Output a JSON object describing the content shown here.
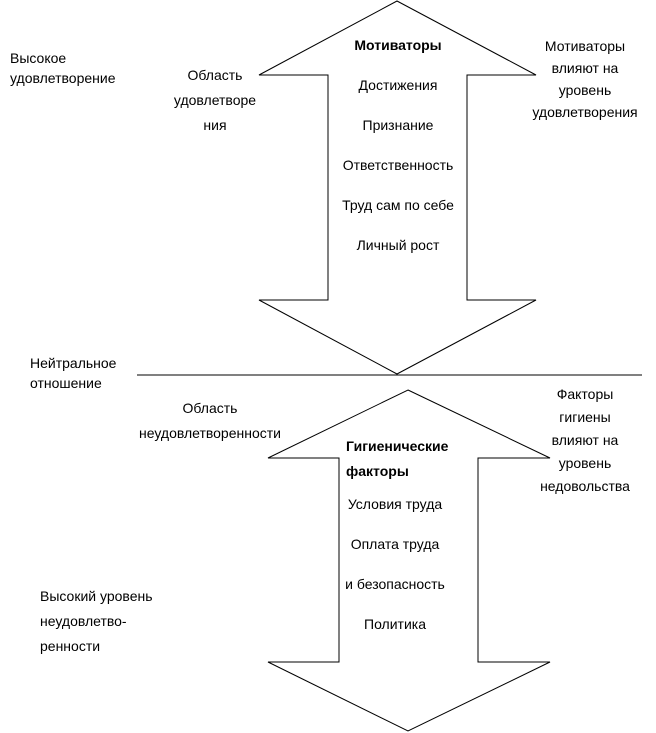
{
  "left_labels": {
    "high_satisfaction": [
      "Высокое",
      "удовлетворение"
    ],
    "neutral": [
      "Нейтральное",
      "отношение"
    ],
    "high_dissatisfaction": [
      "Высокий уровень",
      "неудовлетво-",
      "ренности"
    ]
  },
  "zones": {
    "satisfaction": [
      "Область",
      "удовлетворе",
      "ния"
    ],
    "dissatisfaction": [
      "Область",
      "неудовлетворенности"
    ]
  },
  "motivators": {
    "title": "Мотиваторы",
    "items": [
      "Достижения",
      "Признание",
      "Ответственность",
      "Труд сам по себе",
      "Личный рост"
    ]
  },
  "hygiene": {
    "title": [
      "Гигиенические",
      "факторы"
    ],
    "items": [
      "Условия труда",
      "Оплата труда",
      "и безопасность",
      "Политика"
    ]
  },
  "right_notes": {
    "motivators": [
      "Мотиваторы",
      "влияют на",
      "уровень",
      "удовлетворения"
    ],
    "hygiene": [
      "Факторы",
      "гигиены",
      "влияют на",
      "уровень",
      "недовольства"
    ]
  }
}
